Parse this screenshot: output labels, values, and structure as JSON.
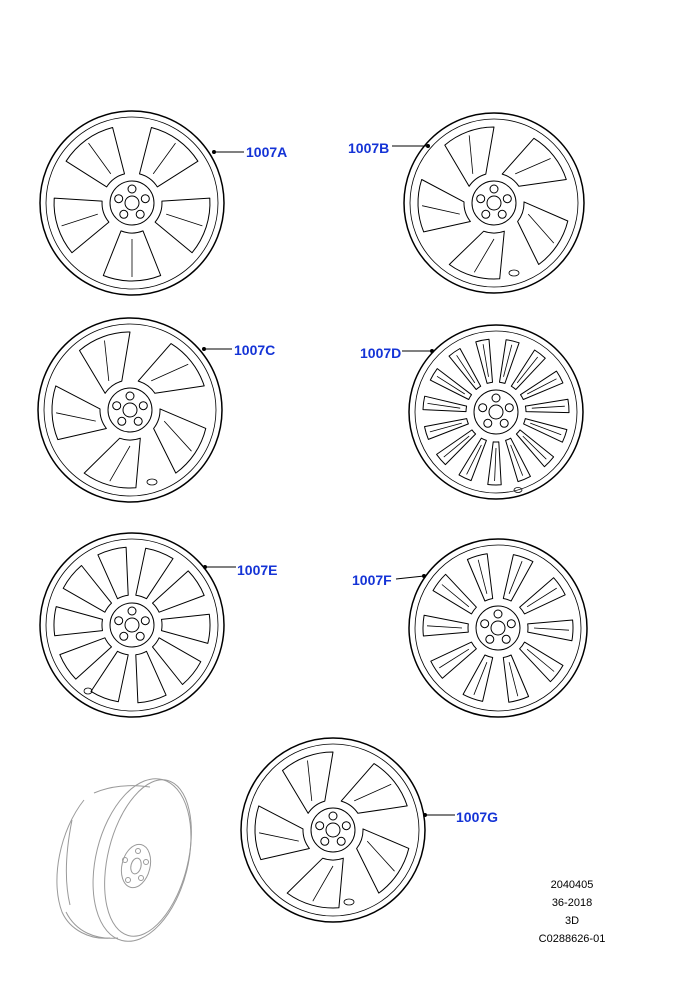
{
  "callouts": [
    {
      "label": "1007A",
      "spokes": 5,
      "kind": "y-twin"
    },
    {
      "label": "1007B",
      "spokes": 5,
      "kind": "split-swirl"
    },
    {
      "label": "1007C",
      "spokes": 5,
      "kind": "split-swirl"
    },
    {
      "label": "1007D",
      "spokes": 15,
      "kind": "multi-split"
    },
    {
      "label": "1007E",
      "spokes": 10,
      "kind": "twin"
    },
    {
      "label": "1007F",
      "spokes": 10,
      "kind": "multi-split"
    },
    {
      "label": "1007G",
      "spokes": 5,
      "kind": "split-swirl"
    }
  ],
  "meta": {
    "line1": "2040405",
    "line2": "36-2018",
    "line3": "3D",
    "line4": "C0288626-01"
  },
  "colors": {
    "callout": "#1433d6",
    "line": "#000000",
    "spare_wheel": "#9a9a9a"
  }
}
